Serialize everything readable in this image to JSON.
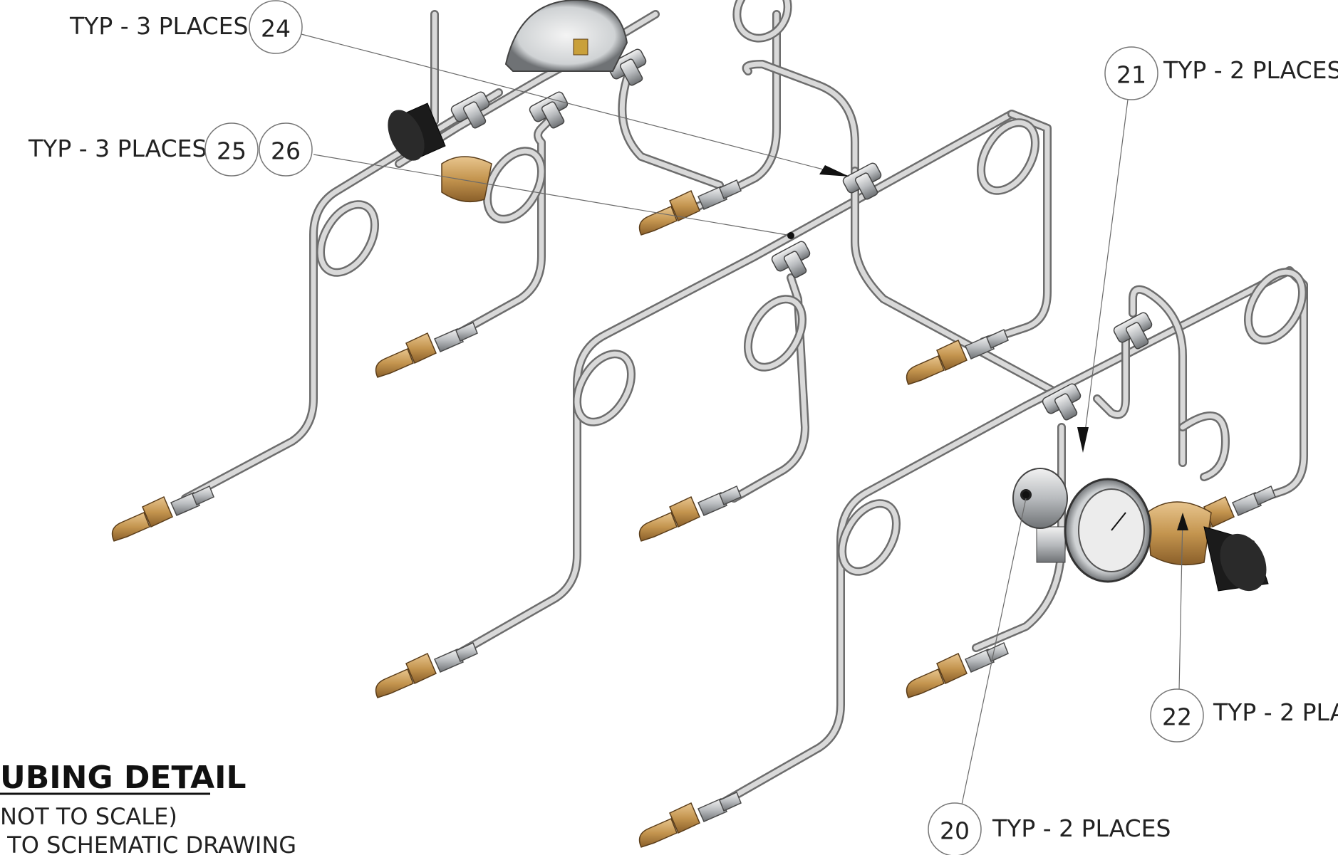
{
  "title": "UBING DETAIL",
  "subtitle_lines": [
    "NOT TO SCALE)",
    " TO SCHEMATIC DRAWING"
  ],
  "callouts": [
    {
      "item": "24",
      "label": "TYP - 3 PLACES"
    },
    {
      "item": "25",
      "item2": "26",
      "label": "TYP - 3 PLACES"
    },
    {
      "item": "21",
      "label": "TYP - 2 PLACES"
    },
    {
      "item": "22",
      "label": "TYP - 2 PLA"
    },
    {
      "item": "20",
      "label": "TYP - 2 PLACES"
    }
  ],
  "colors": {
    "tube": "#d9d9d9",
    "tube_edge": "#6d6d6d",
    "fitting": "#b9bcbf",
    "brass": "#c4954f",
    "knob": "#1b1b1b"
  }
}
